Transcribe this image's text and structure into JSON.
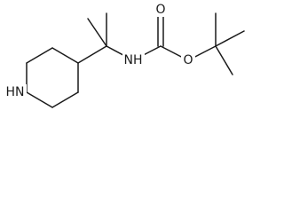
{
  "molecule": {
    "atoms": [
      {
        "id": "n_ring",
        "symbol": "HN"
      },
      {
        "id": "n_amide",
        "symbol": "NH"
      },
      {
        "id": "o_ester",
        "symbol": "O"
      },
      {
        "id": "o_carbonyl",
        "symbol": "O"
      }
    ]
  }
}
